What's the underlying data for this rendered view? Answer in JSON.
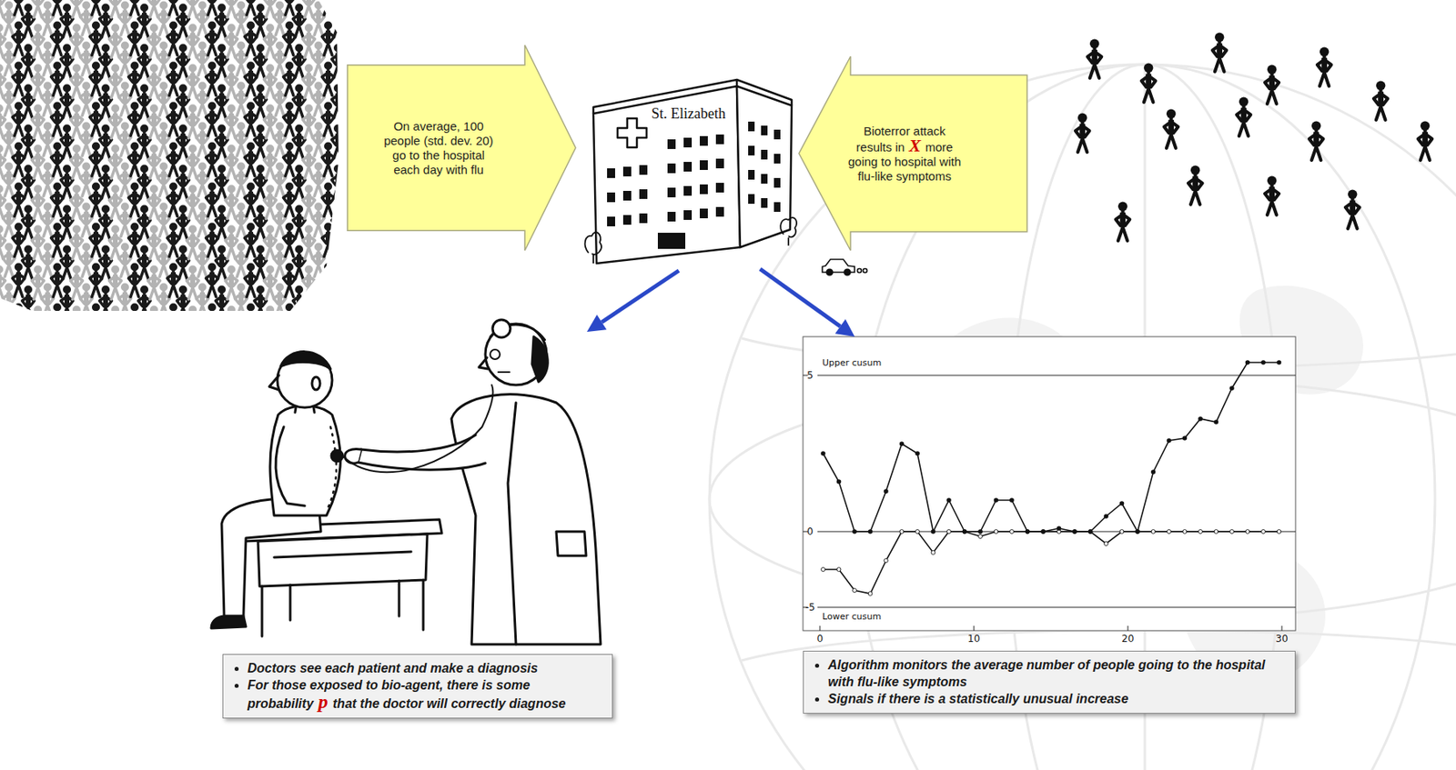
{
  "diagram": {
    "nodes": [
      {
        "text": [
          "On average, 100 people (std. dev. 20) go to the hospital each day with flu"
        ]
      },
      {
        "text": [
          "St. Elizabeth"
        ]
      },
      {
        "text": [
          "Bioterror attack results in",
          "X",
          "more going to hospital with flu-like symptoms"
        ]
      },
      {
        "text": [
          "Doctors see each patient and make a diagnosis",
          "For those exposed to bio-agent, there is some probability",
          "p",
          "that the doctor will correctly diagnose"
        ]
      },
      {
        "text": [
          "Upper cusum",
          "Lower cusum"
        ]
      },
      {
        "text": [
          "Algorithm monitors the average number of people going to the hospital with flu-like symptoms",
          "Signals if there is a statistically unusual increase"
        ]
      }
    ],
    "edges": [
      {
        "from": 1,
        "to": 4,
        "arrow": "to"
      }
    ],
    "labels": [
      "5",
      "0",
      "-5",
      "0",
      "10",
      "20",
      "30"
    ]
  }
}
